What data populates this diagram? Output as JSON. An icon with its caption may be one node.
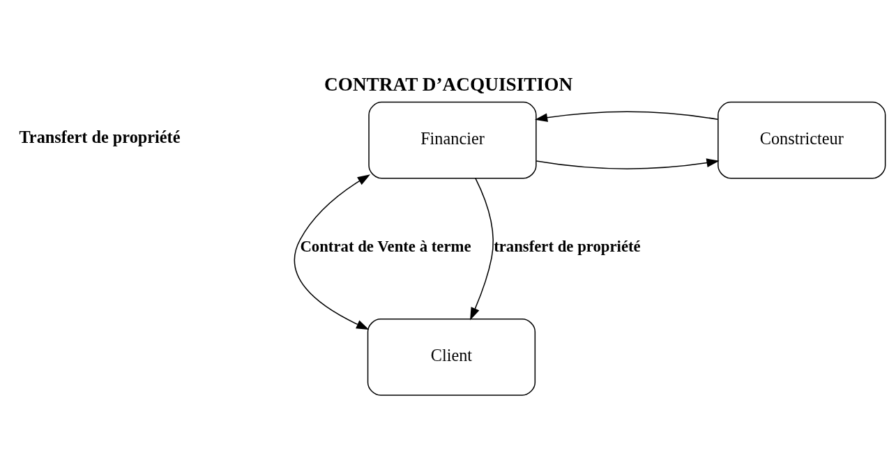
{
  "diagram": {
    "title": "CONTRAT D’ACQUISITION",
    "nodes": [
      {
        "text": [
          "Financier"
        ]
      },
      {
        "text": [
          "Constricteur"
        ]
      },
      {
        "text": [
          "Client"
        ]
      }
    ],
    "edges": [
      {
        "from": 0,
        "to": 1,
        "arrow": "to"
      },
      {
        "from": 1,
        "to": 0,
        "arrow": "to"
      },
      {
        "from": 0,
        "to": 2,
        "arrow": "both",
        "label": "Contrat de Vente à terme"
      },
      {
        "from": 0,
        "to": 2,
        "arrow": "to",
        "label": "transfert de propriété"
      }
    ],
    "labels": [
      "Transfert de propriété"
    ]
  }
}
